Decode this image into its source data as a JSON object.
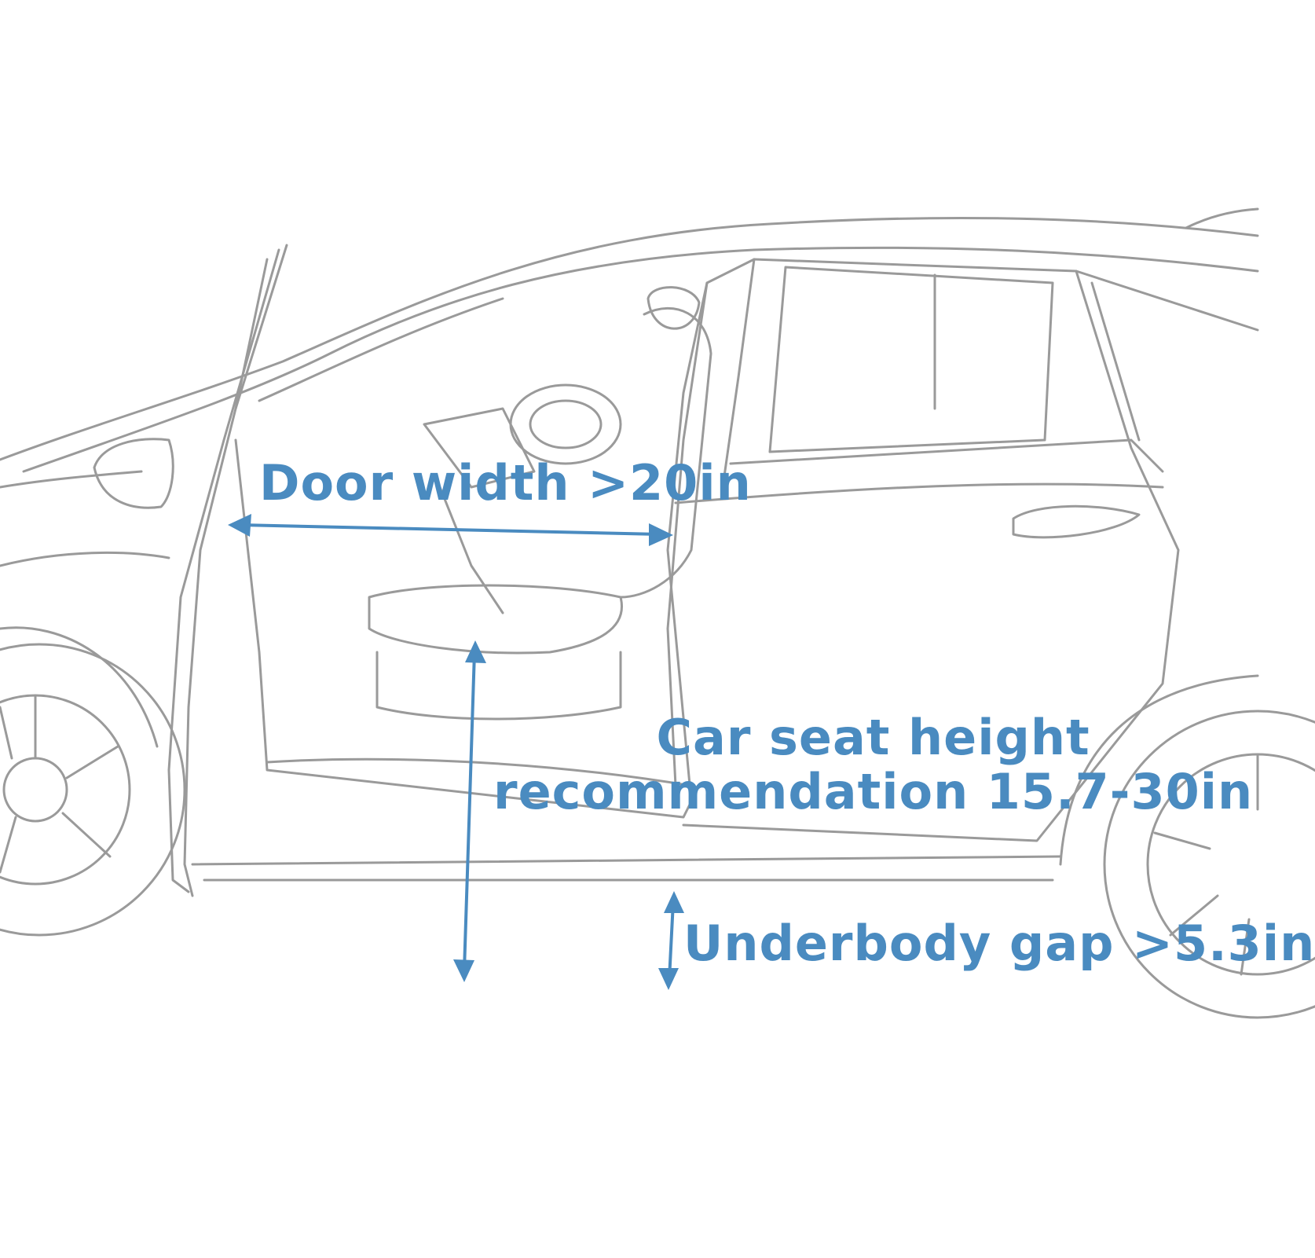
{
  "accent_color": "#4a8bc0",
  "sketch_color": "#9a9a9a",
  "annotations": {
    "door_width": "Door width >20in",
    "seat_height_line1": "Car seat height",
    "seat_height_line2": "recommendation 15.7-30in",
    "underbody_gap": "Underbody gap >5.3in"
  },
  "icons": {
    "arrow": "double-headed-arrow"
  }
}
